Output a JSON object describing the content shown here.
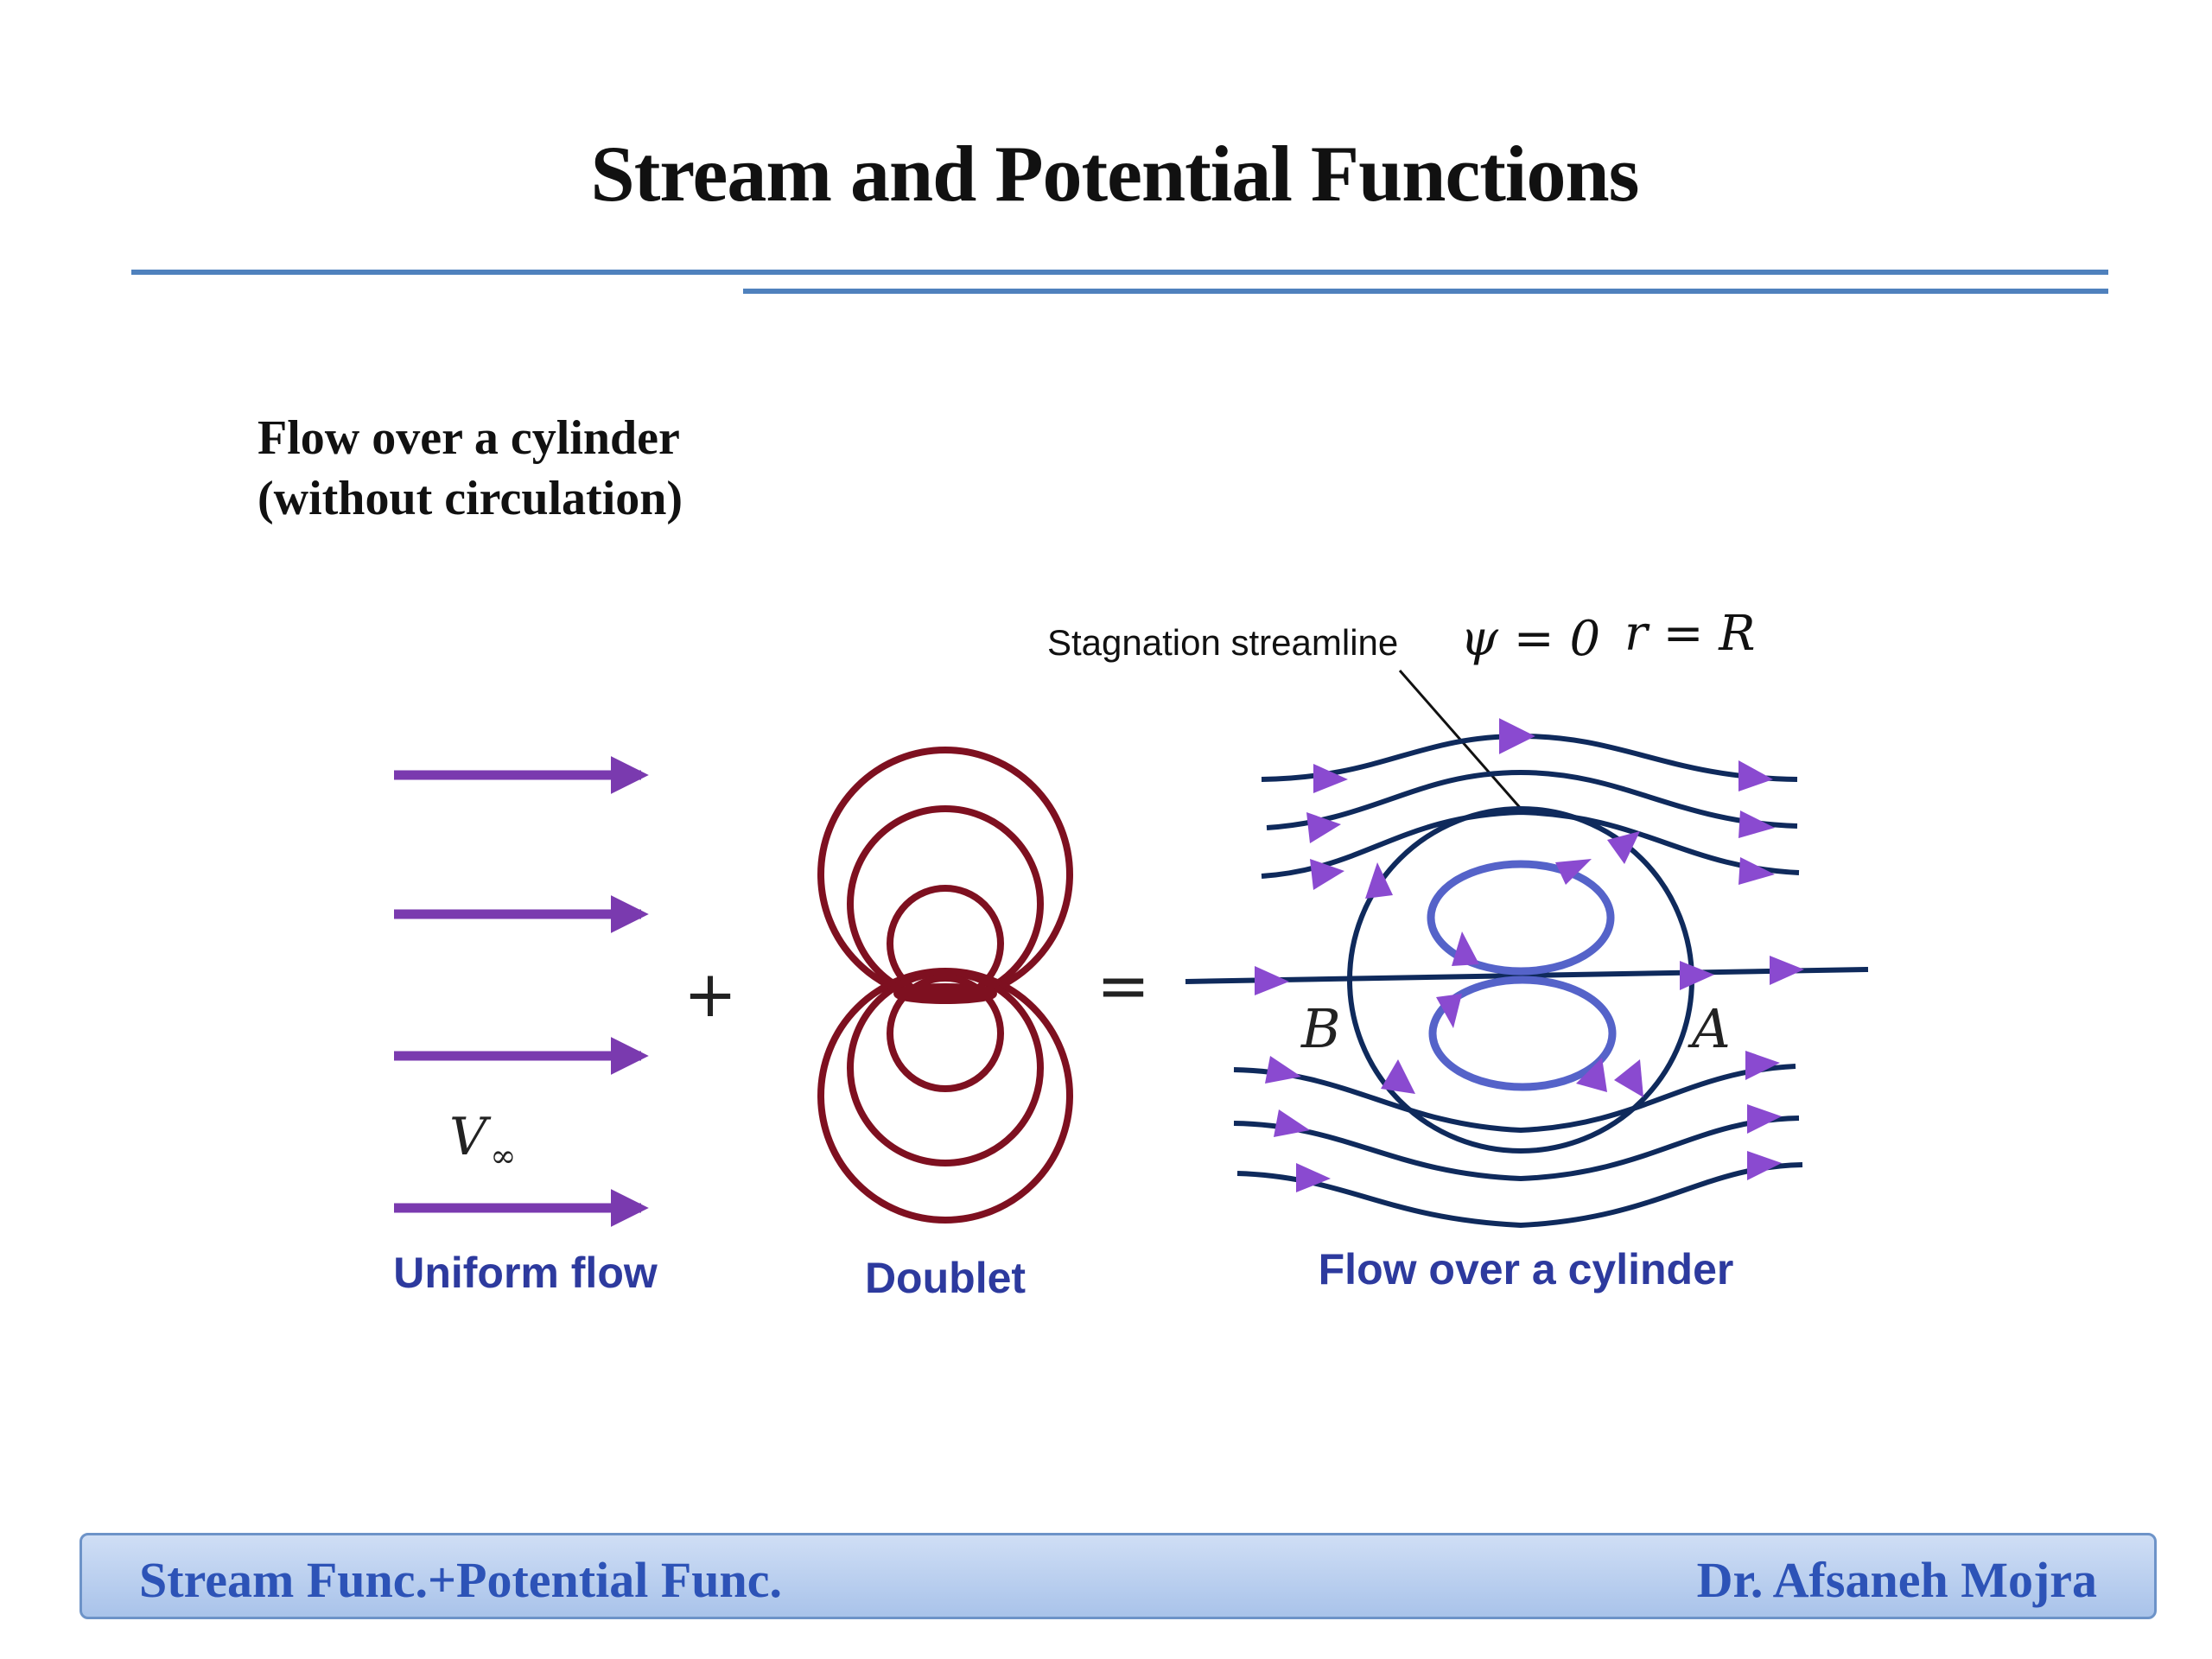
{
  "slide": {
    "title": "Stream and Potential Functions",
    "heading_line1": "Flow over a cylinder",
    "heading_line2": "(without circulation)"
  },
  "figure": {
    "stagnation_label": "Stagnation streamline",
    "psi_label": "ψ = 0",
    "r_label": "r = R",
    "plus_sign": "+",
    "equals_sign": "=",
    "v_infinity_label": "V",
    "v_infinity_subscript": "∞",
    "point_b_label": "B",
    "point_a_label": "A",
    "caption_uniform": "Uniform flow",
    "caption_doublet": "Doublet",
    "caption_cylinder": "Flow over a cylinder",
    "colors": {
      "uniform_arrow": "#7a3aaf",
      "doublet": "#7e1020",
      "streamline": "#0f2a5c",
      "inner_loops": "#5563c9",
      "arrowhead": "#8a4ad0",
      "caption": "#2d3a9e"
    }
  },
  "footer": {
    "left": "Stream Func.+Potential Func.",
    "right": "Dr. Afsaneh Mojra"
  }
}
